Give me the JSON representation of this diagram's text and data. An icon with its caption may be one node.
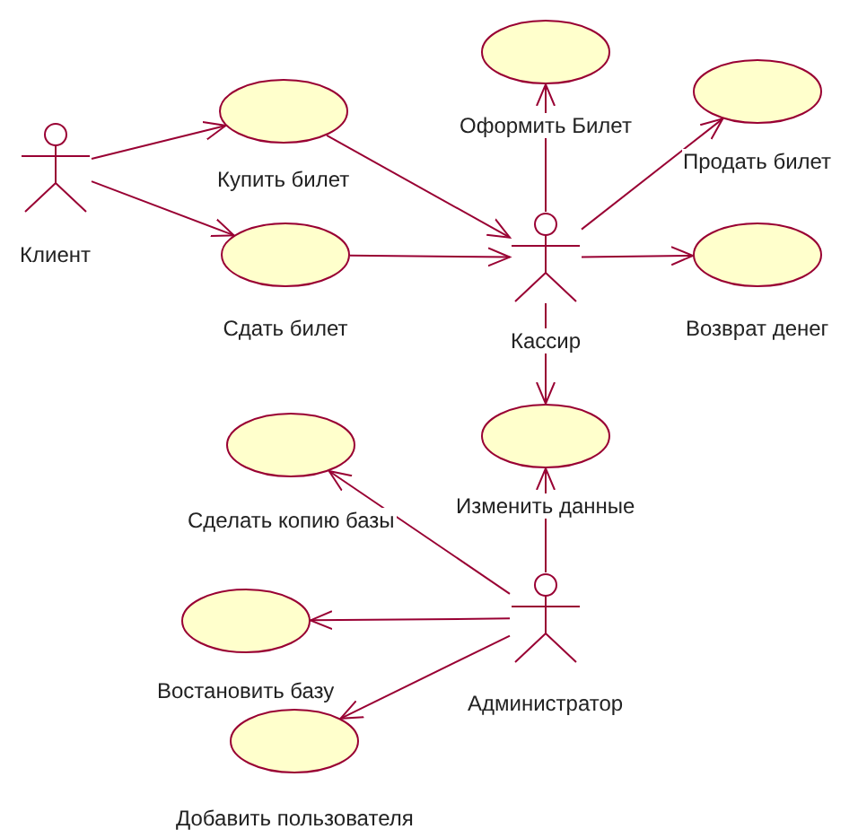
{
  "diagram": {
    "nodes": [
      {
        "text": [
          "Клиент"
        ]
      },
      {
        "text": [
          "Купить билет"
        ]
      },
      {
        "text": [
          "Сдать билет"
        ]
      },
      {
        "text": [
          "Оформить Билет"
        ]
      },
      {
        "text": [
          "Продать билет"
        ]
      },
      {
        "text": [
          "Кассир"
        ]
      },
      {
        "text": [
          "Возврат денег"
        ]
      },
      {
        "text": [
          "Сделать копию базы"
        ]
      },
      {
        "text": [
          "Изменить данные"
        ]
      },
      {
        "text": [
          "Востановить базу"
        ]
      },
      {
        "text": [
          "Администратор"
        ]
      },
      {
        "text": [
          "Добавить пользователя"
        ]
      }
    ],
    "edges": [
      {
        "from": 0,
        "to": 1,
        "arrow": "to"
      },
      {
        "from": 0,
        "to": 2,
        "arrow": "to"
      },
      {
        "from": 1,
        "to": 5,
        "arrow": "to"
      },
      {
        "from": 2,
        "to": 5,
        "arrow": "to"
      },
      {
        "from": 5,
        "to": 3,
        "arrow": "to"
      },
      {
        "from": 5,
        "to": 4,
        "arrow": "to"
      },
      {
        "from": 5,
        "to": 6,
        "arrow": "to"
      },
      {
        "from": 5,
        "to": 8,
        "arrow": "to"
      },
      {
        "from": 10,
        "to": 8,
        "arrow": "to"
      },
      {
        "from": 10,
        "to": 7,
        "arrow": "to"
      },
      {
        "from": 10,
        "to": 9,
        "arrow": "to"
      },
      {
        "from": 10,
        "to": 11,
        "arrow": "to"
      }
    ]
  }
}
